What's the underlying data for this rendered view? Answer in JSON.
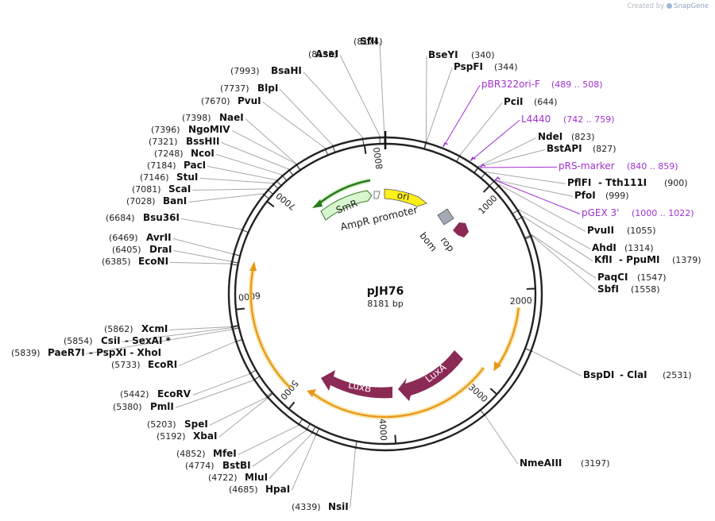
{
  "credit": {
    "prefix": "Created by",
    "brand": "SnapGene"
  },
  "plasmid": {
    "name": "pJH76",
    "size_label": "8181 bp",
    "total_bp": 8181
  },
  "ticks": [
    "1000",
    "2000",
    "3000",
    "4000",
    "5000",
    "6000",
    "7000",
    "8000"
  ],
  "sites": [
    {
      "name": "SfII",
      "pos": "(8174)",
      "bp": 8174
    },
    {
      "name": "AseI",
      "pos": "(8135)",
      "bp": 8135
    },
    {
      "name": "BsaHI",
      "pos": "(7993)",
      "bp": 7993
    },
    {
      "name": "BlpI",
      "pos": "(7737)",
      "bp": 7737
    },
    {
      "name": "PvuI",
      "pos": "(7670)",
      "bp": 7670
    },
    {
      "name": "NaeI",
      "pos": "(7398)",
      "bp": 7398
    },
    {
      "name": "NgoMIV",
      "pos": "(7396)",
      "bp": 7396
    },
    {
      "name": "BssHII",
      "pos": "(7321)",
      "bp": 7321
    },
    {
      "name": "NcoI",
      "pos": "(7248)",
      "bp": 7248
    },
    {
      "name": "PacI",
      "pos": "(7184)",
      "bp": 7184
    },
    {
      "name": "StuI",
      "pos": "(7146)",
      "bp": 7146
    },
    {
      "name": "ScaI",
      "pos": "(7081)",
      "bp": 7081
    },
    {
      "name": "BanI",
      "pos": "(7028)",
      "bp": 7028
    },
    {
      "name": "Bsu36I",
      "pos": "(6684)",
      "bp": 6684
    },
    {
      "name": "AvrII",
      "pos": "(6469)",
      "bp": 6469
    },
    {
      "name": "DraI",
      "pos": "(6405)",
      "bp": 6405
    },
    {
      "name": "EcoNI",
      "pos": "(6385)",
      "bp": 6385
    },
    {
      "name": "XcmI",
      "pos": "(5862)",
      "bp": 5862
    },
    {
      "name": "CsiI",
      "extra": "- SexAI *",
      "pos": "(5854)",
      "bp": 5854
    },
    {
      "name": "PaeR7I",
      "extra": "- PspXI - XhoI",
      "pos": "(5839)",
      "bp": 5839
    },
    {
      "name": "EcoRI",
      "pos": "(5733)",
      "bp": 5733
    },
    {
      "name": "EcoRV",
      "pos": "(5442)",
      "bp": 5442
    },
    {
      "name": "PmlI",
      "pos": "(5380)",
      "bp": 5380
    },
    {
      "name": "SpeI",
      "pos": "(5203)",
      "bp": 5203
    },
    {
      "name": "XbaI",
      "pos": "(5192)",
      "bp": 5192
    },
    {
      "name": "MfeI",
      "pos": "(4852)",
      "bp": 4852
    },
    {
      "name": "BstBI",
      "pos": "(4774)",
      "bp": 4774
    },
    {
      "name": "MluI",
      "pos": "(4722)",
      "bp": 4722
    },
    {
      "name": "HpaI",
      "pos": "(4685)",
      "bp": 4685
    },
    {
      "name": "NsiI",
      "pos": "(4339)",
      "bp": 4339
    },
    {
      "name": "BseYI",
      "pos": "(340)",
      "bp": 340
    },
    {
      "name": "PspFI",
      "pos": "(344)",
      "bp": 344
    },
    {
      "name": "PciI",
      "pos": "(644)",
      "bp": 644
    },
    {
      "name": "NdeI",
      "pos": "(823)",
      "bp": 823
    },
    {
      "name": "BstAPI",
      "pos": "(827)",
      "bp": 827
    },
    {
      "name": "PflFI",
      "extra": "- Tth111I",
      "pos": "(900)",
      "bp": 900
    },
    {
      "name": "PfoI",
      "pos": "(999)",
      "bp": 999
    },
    {
      "name": "PvuII",
      "pos": "(1055)",
      "bp": 1055
    },
    {
      "name": "AhdI",
      "pos": "(1314)",
      "bp": 1314
    },
    {
      "name": "KflI",
      "extra": "- PpuMI",
      "pos": "(1379)",
      "bp": 1379
    },
    {
      "name": "PaqCI",
      "pos": "(1547)",
      "bp": 1547
    },
    {
      "name": "SbfI",
      "pos": "(1558)",
      "bp": 1558
    },
    {
      "name": "BspDI",
      "extra": "- ClaI",
      "pos": "(2531)",
      "bp": 2531
    },
    {
      "name": "NmeAIII",
      "pos": "(3197)",
      "bp": 3197
    }
  ],
  "primers": [
    {
      "name": "pBR322ori-F",
      "range": "(489 .. 508)",
      "bp": 489
    },
    {
      "name": "L4440",
      "range": "(742 .. 759)",
      "bp": 742
    },
    {
      "name": "pRS-marker",
      "range": "(840 .. 859)",
      "bp": 840
    },
    {
      "name": "pGEX 3'",
      "range": "(1000 .. 1022)",
      "bp": 1000
    }
  ],
  "features": {
    "smr": "SmR",
    "ori": "ori",
    "ampr_promoter": "AmpR promoter",
    "bom": "bom",
    "rop": "rop",
    "luxa": "LuxA",
    "luxb": "LuxB"
  },
  "colors": {
    "primer": "#a030d0",
    "smr_fill": "#d8f7d0",
    "smr_outline": "#3a7a28",
    "smr_arc": "#2a7a1a",
    "ori_fill": "#ffef1a",
    "bom_fill": "#a4aab4",
    "rop_fill": "#8a2a55",
    "lux_fill": "#8a2a55",
    "orf_arc": "#f0a020",
    "site_line": "#a8a8a8"
  }
}
